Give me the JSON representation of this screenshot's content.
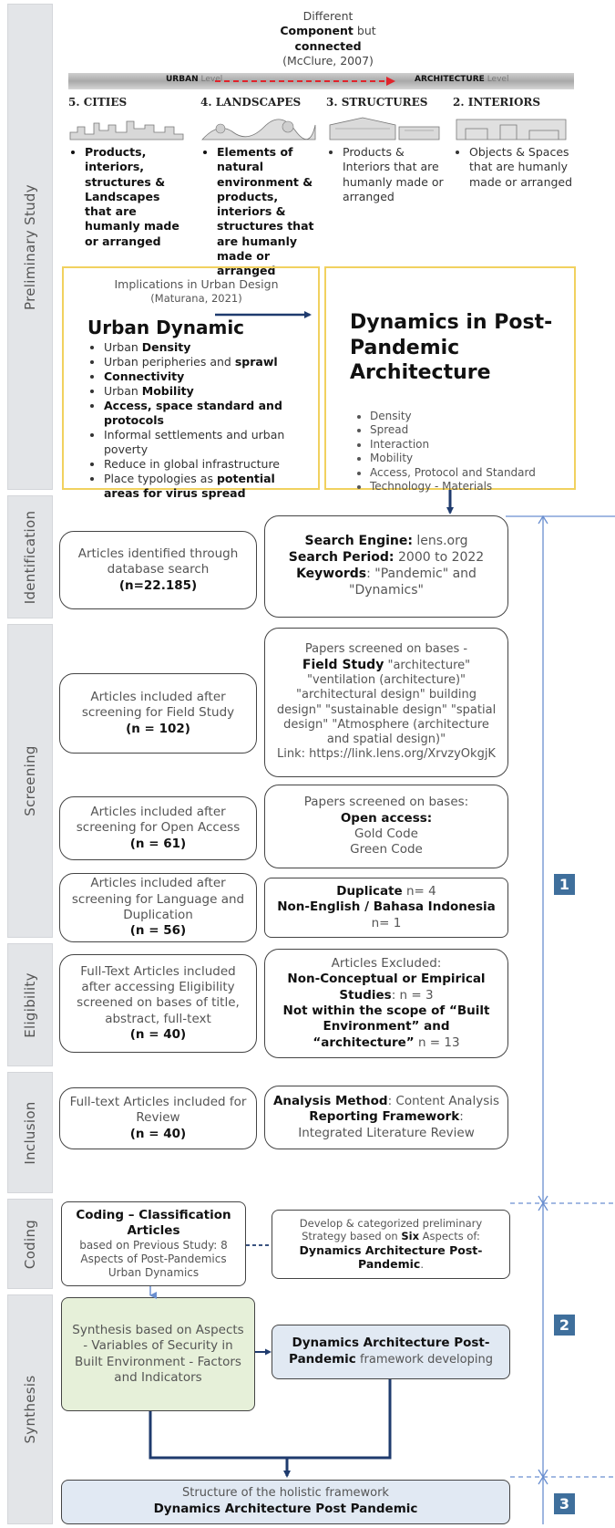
{
  "phases": [
    {
      "label": "Preliminary Study"
    },
    {
      "label": "Identification"
    },
    {
      "label": "Screening"
    },
    {
      "label": "Eligibility"
    },
    {
      "label": "Inclusion"
    },
    {
      "label": "Coding"
    },
    {
      "label": "Synthesis"
    }
  ],
  "header": {
    "line1": "Different",
    "line2": "Component",
    "line2_suffix": "but",
    "line3": "connected",
    "line4": "(McClure, 2007)"
  },
  "scale_bar": {
    "urban": "URBAN",
    "urban_suffix": "Level",
    "architecture": "ARCHITECTURE",
    "architecture_suffix": "Level"
  },
  "components": [
    {
      "title": "5.   CITIES",
      "text": "Products, interiors, structures & Landscapes that are humanly made or arranged"
    },
    {
      "title": "4.  LANDSCAPES",
      "text": "Elements of natural environment & products, interiors & structures that are humanly made or arranged"
    },
    {
      "title": "3.   STRUCTURES",
      "text": "Products & Interiors that are humanly made or arranged"
    },
    {
      "title": "2.   INTERIORS",
      "text": "Objects & Spaces that are humanly made or arranged"
    }
  ],
  "urban_dynamic": {
    "header": "Implications in Urban Design",
    "source": "(Maturana, 2021)",
    "title": "Urban Dynamic",
    "items": [
      {
        "pre": "Urban ",
        "bold": "Density",
        "post": ""
      },
      {
        "pre": "Urban peripheries and ",
        "bold": "sprawl",
        "post": ""
      },
      {
        "pre": "",
        "bold": "Connectivity",
        "post": ""
      },
      {
        "pre": "Urban ",
        "bold": "Mobility",
        "post": ""
      },
      {
        "pre": "",
        "bold": "Access, space standard and protocols",
        "post": ""
      },
      {
        "pre": "Informal settlements and urban poverty",
        "bold": "",
        "post": ""
      },
      {
        "pre": "Reduce in global infrastructure",
        "bold": "",
        "post": ""
      },
      {
        "pre": "Place typologies as ",
        "bold": "potential areas for virus spread",
        "post": ""
      }
    ]
  },
  "post_pandemic": {
    "title": "Dynamics in Post-Pandemic Architecture",
    "items": [
      "Density",
      "Spread",
      "Interaction",
      "Mobility",
      "Access, Protocol and Standard",
      "Technology - Materials"
    ]
  },
  "identification": {
    "left_text": "Articles identified through database search",
    "left_count": "(n=22.185)",
    "engine_label": "Search Engine:",
    "engine_value": "lens.org",
    "period_label": "Search Period:",
    "period_value": "2000 to 2022",
    "keywords_label": "Keywords",
    "keywords_value": ": \"Pandemic\" and \"Dynamics\""
  },
  "screening": {
    "field_left": "Articles included after screening for Field Study",
    "field_count": "(n = 102)",
    "field_intro": "Papers screened on bases -",
    "field_label": "Field Study",
    "field_terms": "\"architecture\" \"ventilation (architecture)\" \"architectural design\" building design\" \"sustainable design\" \"spatial design\" \"Atmosphere (architecture and spatial design)\"",
    "field_link": "Link: https://link.lens.org/XrvzyOkgjK",
    "oa_left": "Articles included after screening for Open Access",
    "oa_count": "(n = 61)",
    "oa_intro": "Papers screened on bases:",
    "oa_label": "Open access:",
    "oa_gold": "Gold Code",
    "oa_green": "Green Code",
    "lang_left": "Articles included after screening for Language and Duplication",
    "lang_count": "(n = 56)",
    "dup_label": "Duplicate",
    "dup_value": "n= 4",
    "nonen_label": "Non-English / Bahasa Indonesia",
    "nonen_value": "n= 1"
  },
  "eligibility": {
    "left_text": "Full-Text Articles included after accessing Eligibility screened on bases of title, abstract, full-text",
    "left_count": "(n = 40)",
    "excl_intro": "Articles Excluded:",
    "excl1_label": "Non-Conceptual or Empirical Studies",
    "excl1_value": ": n = 3",
    "excl2_label": "Not within the scope of “Built Environment” and “architecture”",
    "excl2_value": "n = 13"
  },
  "inclusion": {
    "left_text": "Full-text Articles included for Review",
    "left_count": "(n = 40)",
    "method_label": "Analysis Method",
    "method_value": ": Content Analysis",
    "framework_label": "Reporting Framework",
    "framework_value": ":",
    "framework_line2": "Integrated Literature Review"
  },
  "coding": {
    "left_title": "Coding – Classification Articles",
    "left_text": "based on Previous Study: 8 Aspects of Post-Pandemics Urban Dynamics",
    "right_text": "Develop & categorized preliminary Strategy based on",
    "right_bold": "Six",
    "right_text2": "Aspects of:",
    "right_title": "Dynamics Architecture Post-Pandemic",
    "right_end": "."
  },
  "synthesis": {
    "left_text": "Synthesis based on Aspects - Variables of Security in Built Environment - Factors and Indicators",
    "right_title": "Dynamics Architecture Post-Pandemic",
    "right_text": "framework developing"
  },
  "structure": {
    "line1": "Structure of the holistic framework",
    "line2": "Dynamics Architecture Post Pandemic"
  },
  "markers": [
    "1",
    "2",
    "3"
  ],
  "colors": {
    "band": "#e3e5e8",
    "yellow_border": "#f1d15f",
    "green_fill": "#e6f0d9",
    "blue_fill": "#e1e9f3",
    "bracket": "#6a8fd0",
    "navy_arrow": "#1f3b6e",
    "red_arrow": "#e0242b",
    "marker": "#3f6f9c"
  }
}
